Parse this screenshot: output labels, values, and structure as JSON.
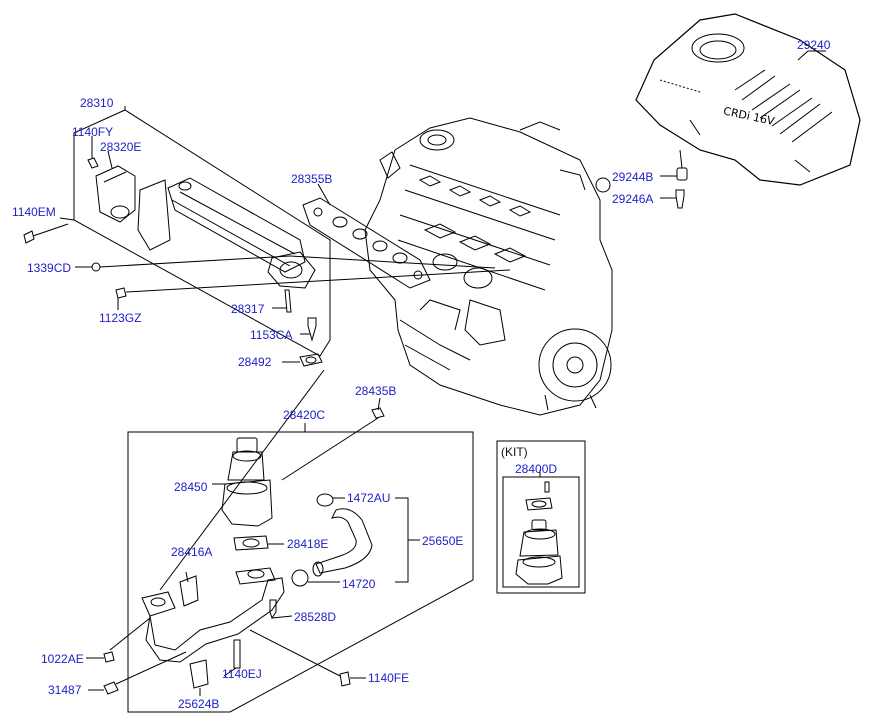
{
  "labels": {
    "p29240": "29240",
    "p28310": "28310",
    "p1140FY": "1140FY",
    "p28320E": "28320E",
    "p1140EM": "1140EM",
    "p28355B": "28355B",
    "p1339CD": "1339CD",
    "p28317": "28317",
    "p1123GZ": "1123GZ",
    "p1153CA": "1153CA",
    "p28492": "28492",
    "p29244B": "29244B",
    "p29246A": "29246A",
    "p28435B": "28435B",
    "p28420C": "28420C",
    "p28450": "28450",
    "p1472AU": "1472AU",
    "p25650E": "25650E",
    "p28418E": "28418E",
    "p28416A": "28416A",
    "p14720": "14720",
    "p28528D": "28528D",
    "p1022AE": "1022AE",
    "p1140EJ": "1140EJ",
    "p1140FE": "1140FE",
    "p31487": "31487",
    "p25624B": "25624B",
    "kit_title": "(KIT)",
    "p28400D": "28400D"
  },
  "cover_lettering": "CRDi 16V",
  "colors": {
    "label": "#2020c8",
    "line": "#000000"
  }
}
